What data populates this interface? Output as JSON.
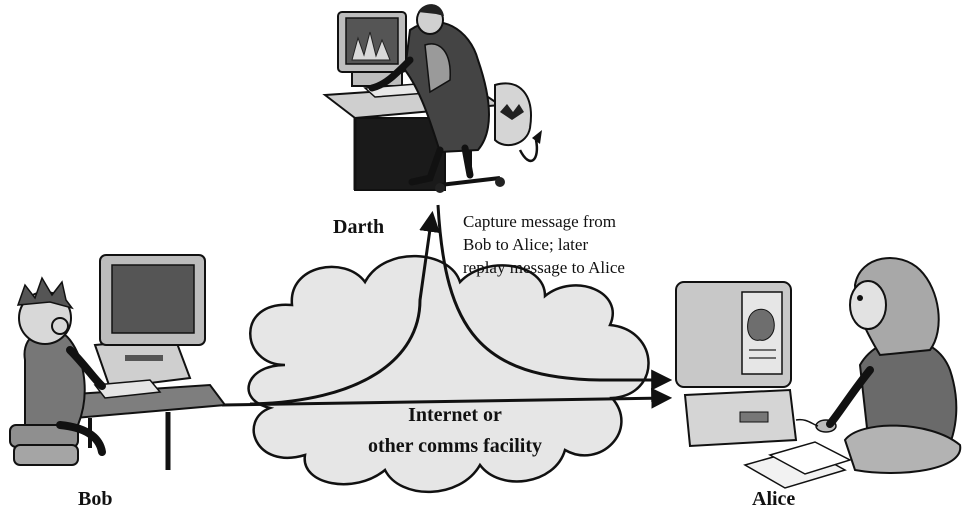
{
  "labels": {
    "darth": "Darth",
    "bob": "Bob",
    "alice": "Alice",
    "attack_note": [
      "Capture message from",
      "Bob to Alice; later",
      "replay message to Alice"
    ],
    "network": [
      "Internet or",
      "other comms facility"
    ]
  },
  "figures": {
    "darth": "attacker-at-computer-illustration",
    "bob": "bob-at-computer-illustration",
    "alice": "alice-at-computer-illustration"
  },
  "colors": {
    "cloud_fill": "#e6e6e6",
    "stroke": "#111111",
    "figure_gray": "#8a8a8a",
    "figure_light": "#c8c8c8",
    "figure_dark": "#3a3a3a"
  }
}
